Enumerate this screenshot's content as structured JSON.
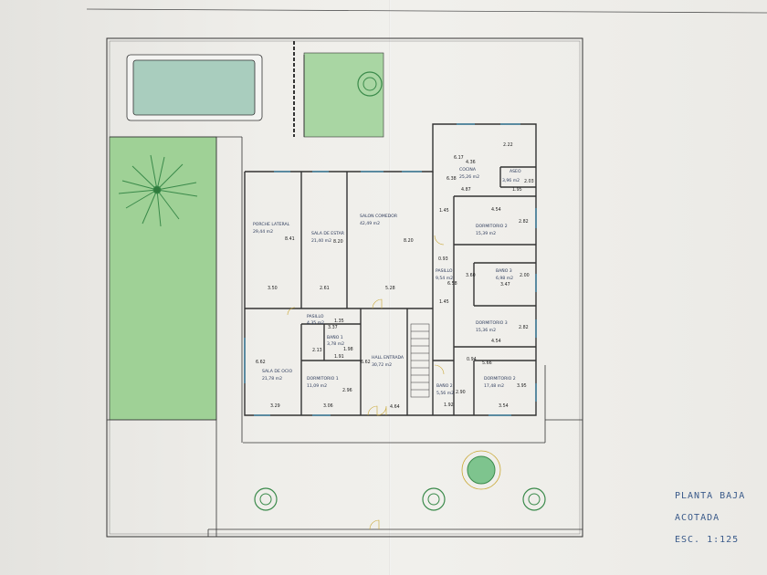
{
  "title_block": {
    "line1": "PLANTA BAJA",
    "line2": "ACOTADA",
    "line3": "ESC.  1:125"
  },
  "rooms": [
    {
      "id": "porche",
      "name": "PORCHE LATERAL",
      "area": "29,44 m2"
    },
    {
      "id": "sala-estar",
      "name": "SALA DE ESTAR",
      "area": "21,40 m2"
    },
    {
      "id": "salon",
      "name": "SALON COMEDOR",
      "area": "42,49 m2"
    },
    {
      "id": "cocina",
      "name": "COCINA",
      "area": "25,26 m2"
    },
    {
      "id": "aseo",
      "name": "ASEO",
      "area": "3,96 m2"
    },
    {
      "id": "dorm2-top",
      "name": "DORMITORIO 2",
      "area": "15,39 m2"
    },
    {
      "id": "pasillo-r",
      "name": "PASILLO",
      "area": "9,54 m2"
    },
    {
      "id": "bano3",
      "name": "BAÑO 3",
      "area": "6,98 m2"
    },
    {
      "id": "dorm3",
      "name": "DORMITORIO 3",
      "area": "15,36 m2"
    },
    {
      "id": "pasillo-l",
      "name": "PASILLO",
      "area": "4,35 m2"
    },
    {
      "id": "bano1",
      "name": "BAÑO 1",
      "area": "3,78 m2"
    },
    {
      "id": "sala-ocio",
      "name": "SALA DE OCIO",
      "area": "21,78 m2"
    },
    {
      "id": "dorm1",
      "name": "DORMITORIO 1",
      "area": "11,09 m2"
    },
    {
      "id": "hall",
      "name": "HALL ENTRADA",
      "area": "30,72 m2"
    },
    {
      "id": "bano2",
      "name": "BAÑO 2",
      "area": "5,56 m2"
    },
    {
      "id": "dorm2-bot",
      "name": "DORMITORIO 2",
      "area": "17,48 m2"
    }
  ],
  "dimensions": [
    "8.41",
    "8.20",
    "8.20",
    "3.50",
    "2.61",
    "5.28",
    "6.17",
    "4.36",
    "2.22",
    "6.38",
    "4.87",
    "1.95",
    "2.03",
    "1.45",
    "4.54",
    "2.82",
    "0.93",
    "3.60",
    "6.58",
    "2.00",
    "3.47",
    "1.45",
    "2.82",
    "4.54",
    "1.35",
    "3.37",
    "2.13",
    "1.91",
    "1.98",
    "6.62",
    "6.62",
    "2.96",
    "3.29",
    "3.06",
    "4.64",
    "0.94",
    "5.66",
    "2.90",
    "3.95",
    "1.92",
    "3.54"
  ]
}
